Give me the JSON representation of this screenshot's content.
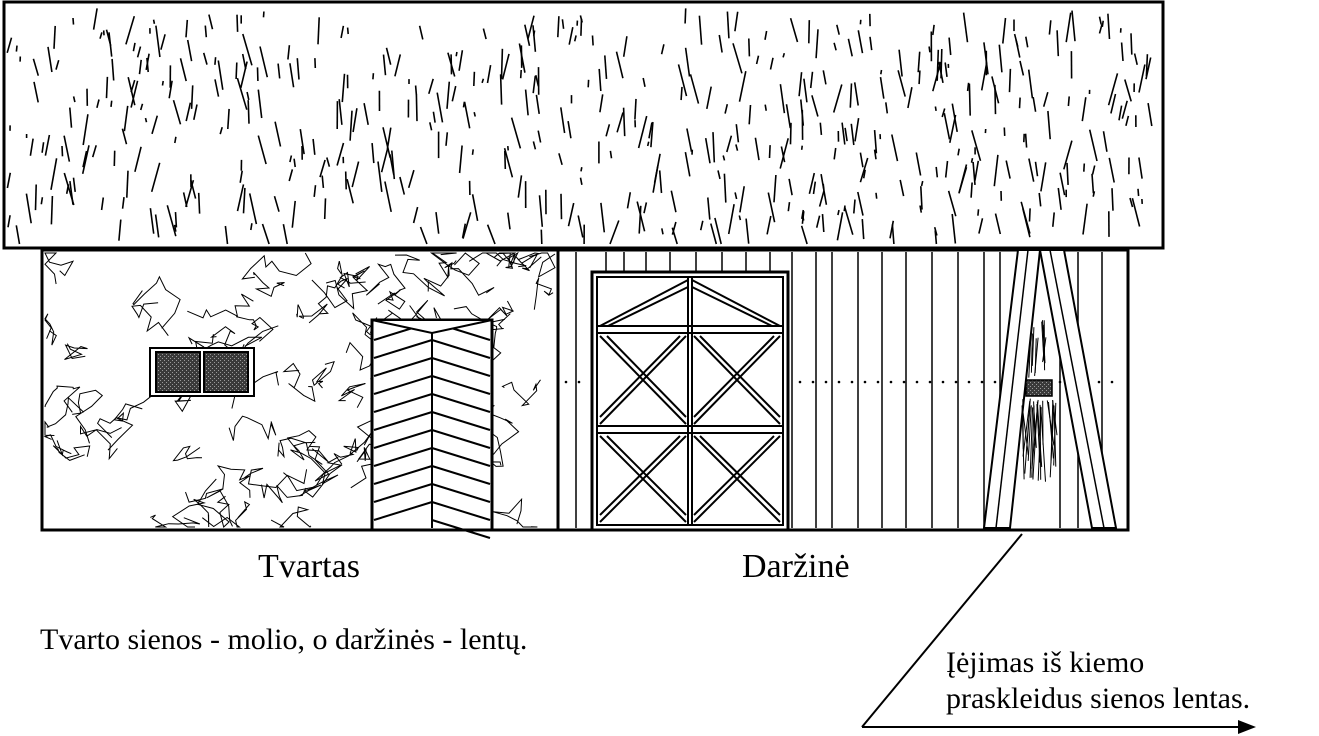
{
  "labels": {
    "barn": "Tvartas",
    "shed": "Daržinė"
  },
  "caption": "Tvarto sienos - molio, o daržinės - lentų.",
  "entry_note": {
    "line1": "Įėjimas iš kiemo",
    "line2": "praskleidus sienos lentas."
  },
  "colors": {
    "ink": "#000000",
    "paper": "#ffffff",
    "window_fill": "#444444"
  }
}
